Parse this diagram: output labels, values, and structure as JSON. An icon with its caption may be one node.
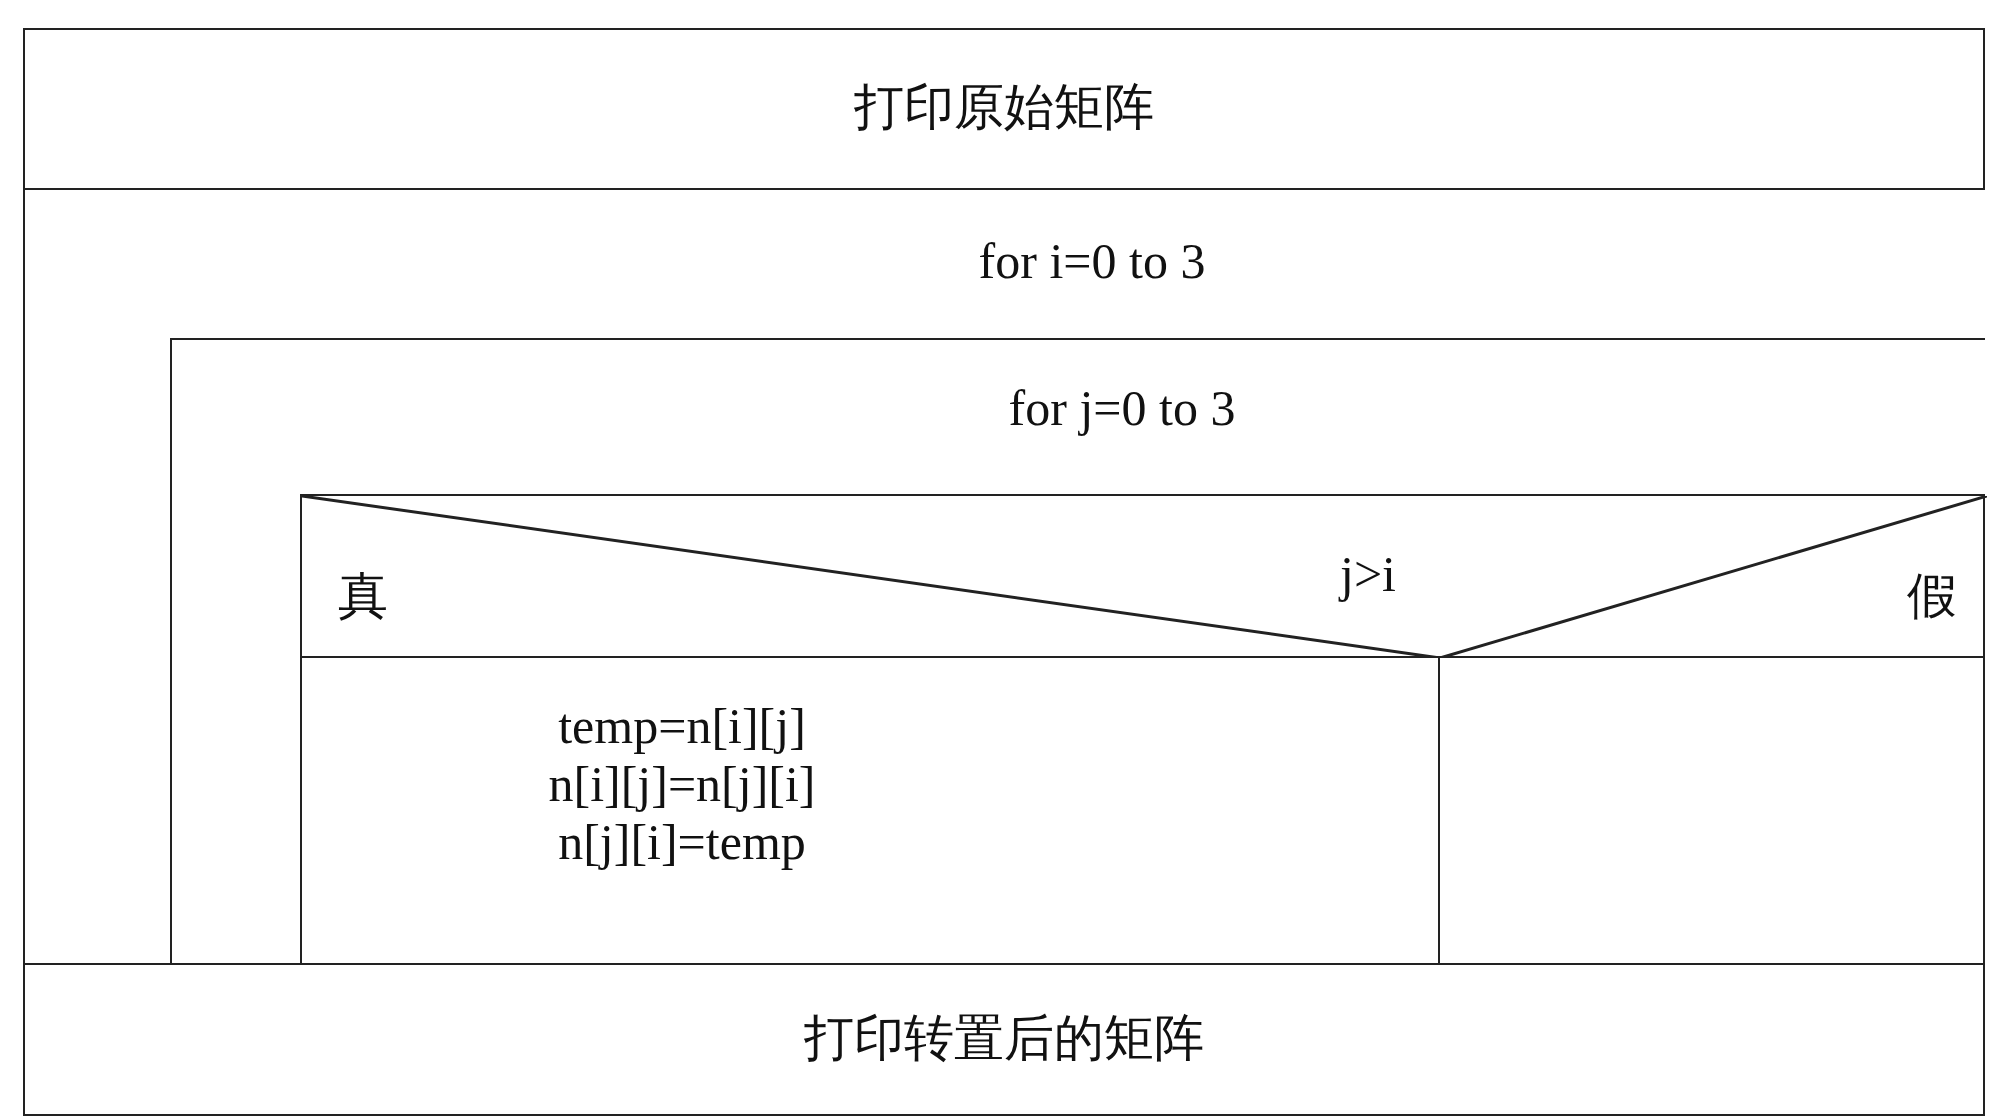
{
  "diagram": {
    "nodes": [
      {
        "text": [
          "打印原始矩阵"
        ]
      },
      {
        "text": [
          "for i=0 to 3"
        ]
      },
      {
        "text": [
          "for j=0 to 3"
        ],
        "in": 1
      },
      {
        "text": [
          "真",
          "j>i",
          "假"
        ],
        "in": 2
      },
      {
        "text": [
          "temp=n[i][j]",
          "n[i][j]=n[j][i]",
          "n[j][i]=temp"
        ],
        "in": 3
      },
      {
        "text": [],
        "shape": "box",
        "in": 3
      },
      {
        "text": [
          "打印转置后的矩阵"
        ]
      }
    ]
  }
}
